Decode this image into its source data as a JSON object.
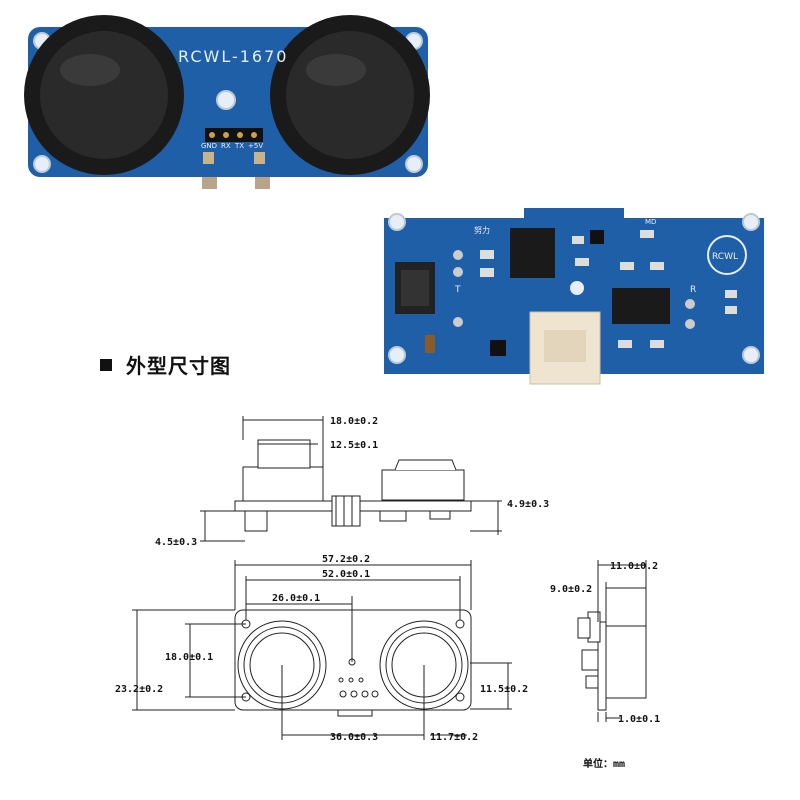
{
  "photos": {
    "front_model": "RCWL-1670",
    "pins": [
      "GND",
      "RX",
      "TX",
      "+5V"
    ],
    "back_label_left": "努力",
    "back_label_md": "MD",
    "back_label_t": "T",
    "back_label_r": "R",
    "back_logo": "RCWL"
  },
  "heading": {
    "text": "外型尺寸图"
  },
  "dimensions": {
    "top_outer": "18.0±0.2",
    "top_inner": "12.5±0.1",
    "left_height": "4.5±0.3",
    "right_height": "4.9±0.3",
    "board_width": "57.2±0.2",
    "hole_span": "52.0±0.1",
    "center_offset": "26.0±0.1",
    "hole_vertical": "18.0±0.1",
    "board_height": "23.2±0.2",
    "sensor_spacing": "36.0±0.3",
    "hole_dia": "11.7±0.2",
    "sensor_height": "11.5±0.2",
    "side_total": "11.0±0.2",
    "side_part": "9.0±0.2",
    "board_thickness": "1.0±0.1",
    "unit": "单位：mm"
  },
  "colors": {
    "pcb": "#1f5fa8",
    "pcb_dark": "#17508f",
    "transducer": "#1a1a1a",
    "connector": "#efe4cf"
  }
}
